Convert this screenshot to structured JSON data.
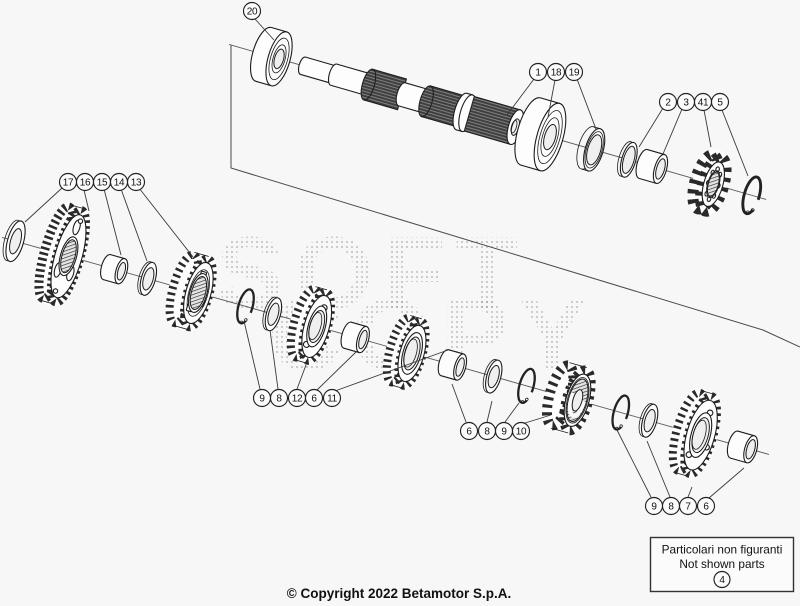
{
  "watermark": {
    "line1": "SOFT",
    "line2": "COPY"
  },
  "copyright": {
    "text": "© Copyright 2022 Betamotor S.p.A."
  },
  "legend": {
    "line1": "Particolari non figuranti",
    "line2": "Not shown parts",
    "part_label": "4"
  },
  "callouts": [
    {
      "label": "20"
    },
    {
      "label": "1"
    },
    {
      "label": "18"
    },
    {
      "label": "19"
    },
    {
      "label": "2"
    },
    {
      "label": "3"
    },
    {
      "label": "41"
    },
    {
      "label": "5"
    },
    {
      "label": "17"
    },
    {
      "label": "16"
    },
    {
      "label": "15"
    },
    {
      "label": "14"
    },
    {
      "label": "13"
    },
    {
      "label": "9"
    },
    {
      "label": "8"
    },
    {
      "label": "12"
    },
    {
      "label": "6"
    },
    {
      "label": "11"
    },
    {
      "label": "6"
    },
    {
      "label": "8"
    },
    {
      "label": "9"
    },
    {
      "label": "10"
    },
    {
      "label": "9"
    },
    {
      "label": "8"
    },
    {
      "label": "7"
    },
    {
      "label": "6"
    }
  ],
  "colors": {
    "background": "#f7f7f7",
    "line": "#1c1c1c",
    "watermark_dot": "#8a8a8a"
  }
}
